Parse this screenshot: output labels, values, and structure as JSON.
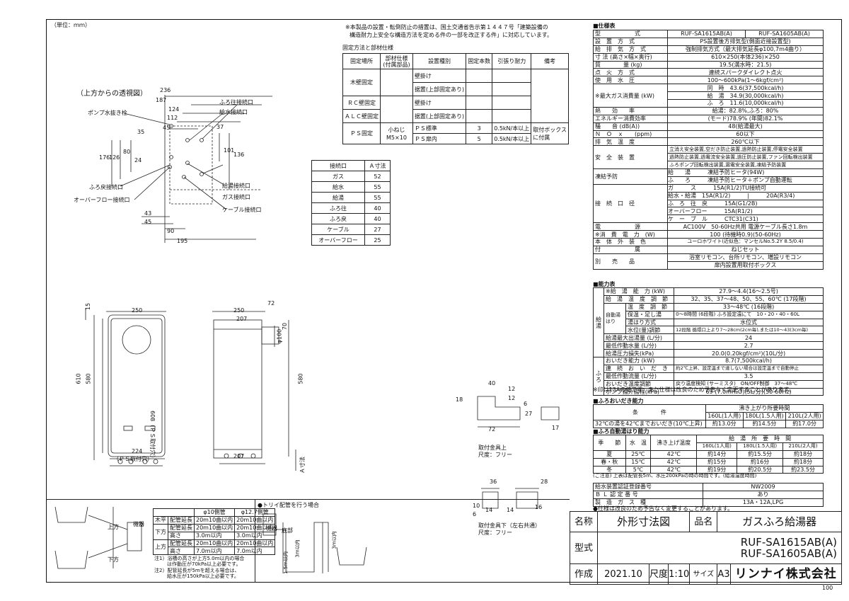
{
  "unit_note": "（単位：ｍｍ）",
  "top_note_1": "※本製品の設置・転倒防止の措置は、国土交通省告示第１４４７号「建築設備の",
  "top_note_2": "構造耐力上安全な構造方法を定める件の一部を改正する件」に対応しています。",
  "fix_title": "固定方法と部材仕様",
  "fix_table": {
    "headers": [
      "固定場所",
      "部材仕様(付属部品)",
      "設置種別",
      "固定本数",
      "引張り耐力",
      "備考"
    ],
    "wood": "木壁固定",
    "rc": "ＲＣ壁固定",
    "alc": "ＡＬＣ壁固定",
    "ps": "ＰＳ固定",
    "wall_mount": "壁掛け",
    "wall_mount2": "壁掛け",
    "heavy": "据置(上部固定あり)",
    "heavy2": "据置(上部固定あり)",
    "screw": "小ねじ",
    "screw_size": "M5×10",
    "ps_std": "ＰＳ標準",
    "ps_inside": "ＰＳ扉内",
    "n3": "3",
    "n5": "5",
    "f1": "0.5kN/本以上",
    "f2": "0.5kN/本以上",
    "remark": "取付ボックス",
    "remark2": "に付属"
  },
  "top_view_title": "（上方からの透視図）",
  "top_view_labels": {
    "drain": "ポンプ水抜き栓",
    "bath_out": "ふろ往接続口",
    "water_in": "給水接続口",
    "bath_ret": "ふろ戻接続口",
    "hot_out": "給湯接続口",
    "gas": "ガス接続口",
    "overflow": "オーバーフロー接続口",
    "cable": "ケーブル接続口"
  },
  "top_view_dims": [
    "236",
    "187",
    "124",
    "112",
    "45",
    "35",
    "37",
    "101",
    "136",
    "176",
    "126",
    "80",
    "24",
    "43",
    "45",
    "90",
    "195"
  ],
  "conn_table": {
    "headers": [
      "接続口",
      "Ａ寸法"
    ],
    "rows": [
      [
        "ガス",
        "52"
      ],
      [
        "給水",
        "55"
      ],
      [
        "給湯",
        "55"
      ],
      [
        "ふろ往",
        "40"
      ],
      [
        "ふろ戻",
        "40"
      ],
      [
        "ケーブル",
        "27"
      ],
      [
        "オーバーフロー",
        "25"
      ]
    ]
  },
  "front_dims": [
    "250",
    "15",
    "610",
    "580",
    "224",
    "（ＰＳ取付穴）",
    "608（ＰＳ取付穴）"
  ],
  "side_dims": [
    "250",
    "207",
    "72",
    "φ100",
    "70",
    "580",
    "207",
    "Ａ寸法"
  ],
  "bracket_top": {
    "dims": [
      "40",
      "12",
      "18",
      "12",
      "72",
      "27",
      "17",
      "6"
    ],
    "cap1": "取付金具上",
    "cap2": "尺度：フリー"
  },
  "bracket_bottom": {
    "dims": [
      "36",
      "28",
      "10",
      "6",
      "14",
      "16",
      "14"
    ],
    "cap1": "取付金具下（左右共通）",
    "cap2": "尺度：フリー"
  },
  "spec_title": "■仕様表",
  "spec": {
    "model_label": "型　　　　　　式",
    "model_1": "RUF-SA1615AB(A)",
    "model_2": "RUF-SA1605AB(A)",
    "rows": [
      [
        "設　置　方　式",
        "PS設置後方排気型(側面近接設置型)"
      ],
      [
        "給　排　気　方　式",
        "強制排気方式（最大排気延長φ100,7m4曲り）"
      ],
      [
        "寸 法 (高さ×幅×奥行)",
        "610×250(本体236)×250"
      ],
      [
        "質　　　　量 (kg)",
        "19.5(満水時：21.5)"
      ],
      [
        "点　火　方　式",
        "連続スパークダイレクト点火"
      ],
      [
        "使　用　水　圧",
        "100〜600kPa(1〜6kgf/cm²)"
      ]
    ],
    "gas_label": "※最大ガス消費量 (kW)",
    "gas_rows": [
      [
        "同　時",
        "43.6(37,500kcal/h)"
      ],
      [
        "給　湯",
        "34.9(30,000kcal/h)"
      ],
      [
        "ふ　ろ",
        "11.6(10,000kcal/h)"
      ]
    ],
    "rows2": [
      [
        "熱　　効　　率",
        "給湯：82.8%,ふろ：80%"
      ],
      [
        "エネルギー消費効率",
        "(モード)78.9% (年間)82.1%"
      ],
      [
        "騒　　音 (dB(A))",
        "48(給湯最大)"
      ],
      [
        "Ｎ　Ｏ　ｘ　　(ppm)",
        "60以下"
      ],
      [
        "排　気　温　度",
        "260℃以下"
      ]
    ],
    "safety_label": "安　全　装　置",
    "safety_1": "立消え安全装置,空だき防止装置,過熱防止装置,停電安全装置",
    "safety_2": "過熱防止装置,過電流安全装置,過圧防止装置,ファン回転検出装置",
    "safety_3": "ふろポンプ回転検出装置,漏電安全装置,凍結予防装置",
    "freeze_label": "凍結予防",
    "freeze_1": [
      "給　　湯",
      "凍結予防ヒータ(94W)"
    ],
    "freeze_2": [
      "ふ　　ろ",
      "凍結予防ヒータ＋ポンプ自動運転"
    ],
    "conn_label": "接　続　口　径",
    "conn_rows": [
      [
        "ガ　　　ス",
        "15A(R1/2)TU接続可"
      ],
      [
        "給水・給湯",
        "15A(R1/2)　　　|　　　20A(R3/4)"
      ],
      [
        "ふ　ろ　往　戻",
        "15A(G1/2B)"
      ],
      [
        "オーバーフロー",
        "15A(R1/2)"
      ],
      [
        "ケ　ー　ブ　ル",
        "CTC31(C31)"
      ]
    ],
    "rows3": [
      [
        "電　　　　　　源",
        "AC100V　50-60Hz共用 電源ケーブル長さ1.8m"
      ],
      [
        "※消　費　電　力　(W)",
        "100 (待機時0.9)(50-60Hz)"
      ],
      [
        "本　体　外　装　色",
        "ユーロホワイト(近似色：マンセルNo.5.2Y 8.5/0.4)"
      ],
      [
        "付　　　　　　属",
        "ねじセット"
      ]
    ],
    "sold_label": "別　　売　　品",
    "sold_1": "浴室リモコン、台所リモコン、増設リモコン",
    "sold_2": "扉内設置用取付ボックス"
  },
  "perf_title": "■能力表",
  "perf": {
    "kyuto_label": "給湯",
    "furo_label": "ふろ",
    "rows": [
      [
        "※給　湯　能　力 (kW)",
        "27.9〜4.4(16〜2.5号)"
      ],
      [
        "給　湯　温　度　調　節",
        "32、35、37〜48、50、55、60℃ (17段階)"
      ],
      [
        "温　度　調　節",
        "33〜48℃ (16段階)"
      ],
      [
        "保温・足し湯",
        "0〜8時間 (6段階) ふろ設定温にて　10・20・40・60L"
      ],
      [
        "湯はり方式",
        "水位式"
      ],
      [
        "水位(量)調節",
        "12段階 循環口上より7〜28cm(2cm毎),または10〜43(3cm毎)"
      ],
      [
        "給湯最大出湯量 (L/分)",
        "24"
      ],
      [
        "最低作動水量 (L/分)",
        "2.7"
      ],
      [
        "給湯圧力損失(kPa)",
        "20.0(0.20kgf/cm²)(10L/分)"
      ],
      [
        "おいだき能力 (kW)",
        "8.7(7,500kcal/h)"
      ],
      [
        "連　続　お　い　だ　き",
        "約2℃上昇、設定温まで達しない場合は設定温まで自動停止"
      ],
      [
        "最低作動流量 (L/分)",
        "3.5"
      ],
      [
        "おいだき温度調節",
        "戻り温度検知 (サーミスタ)　ON/OFF制御　37〜48℃"
      ],
      [
        "ポンプ揚外揚程(kPa)",
        "69 (7.0mH₂O)(5L/分)(50-60Hz)"
      ]
    ],
    "auto_label": "自動湯はり",
    "note": "※印は13Aの値です。また仕様は改良のため予告なく変更することがあります。"
  },
  "reheat_title": "■ふろおいだき能力",
  "reheat": {
    "cond_label": "条　　　　件",
    "time_label": "沸き上がり所要時間",
    "cols": [
      "160L(1人用)",
      "180L(1.5人用)",
      "210L(2人用)"
    ],
    "row": [
      "32℃の湯を42℃までおいだき(10℃上昇)",
      "約13.0分",
      "約14.5分",
      "約17.0分"
    ]
  },
  "autofill_title": "■ふろ自動湯はり能力",
  "autofill": {
    "headers": [
      "季　　節",
      "水　温",
      "沸き上げ温度",
      "給　湯　所　要　時　間"
    ],
    "cols": [
      "160L(1人用)",
      "180L(1.5人用)",
      "210L(2人用)"
    ],
    "rows": [
      [
        "夏",
        "25℃",
        "42℃",
        "約14分",
        "約15.5分",
        "約18分"
      ],
      [
        "春・秋",
        "15℃",
        "42℃",
        "約15分",
        "約16分",
        "約18分"
      ],
      [
        "冬",
        "5℃",
        "42℃",
        "約19分",
        "約20.5分",
        "約23.5分"
      ]
    ],
    "note": "(ご注意) 上表は配管長5m、水圧200kPaの時の時間です。(給湯温度時間)"
  },
  "cert": {
    "rows": [
      [
        "給水装置認証登録番号",
        "NW2009"
      ],
      [
        "Ｂ Ｌ 認 定 番 号",
        "あり"
      ],
      [
        "製　造　ガ　ス　種",
        "13A・12A,LPG"
      ]
    ],
    "note": "●仕様は改良のため予告なく変更することがあります。"
  },
  "piping": {
    "table_headers": [
      "",
      "φ10側管",
      "φ12.7側管"
    ],
    "rows": [
      [
        "木平",
        "配管延長",
        "20m10曲以内",
        "20m10曲以内"
      ],
      [
        "",
        "配管延長",
        "20m10曲以内",
        "20m10曲以内"
      ],
      [
        "下方",
        "高さ",
        "3.0m以内",
        "3.0m以内"
      ],
      [
        "",
        "配管延長",
        "20m10曲以内",
        "20m10曲以内"
      ],
      [
        "上方",
        "高さ",
        "7.0m以内",
        "7.0m以内"
      ]
    ],
    "note1": "注1）浴槽の高さが上方5.0m以内の場合",
    "note1b": "は作動圧が70kPa以上必要です。",
    "note2": "注2）配管延長が5mを超える場合は、",
    "note2b": "給水圧が150kPa以上必要です。",
    "box_label": "機器",
    "up": "上方",
    "down": "下方",
    "trap_title": "●トリイ配管を行う場合",
    "trap_box": "機器",
    "trap_1": "底部",
    "trap_2": "3m以内",
    "trap_3": "3m以内",
    "trap_4": "1.5m以内"
  },
  "title_block": {
    "name_label": "名称",
    "name_value": "外形寸法図",
    "hinmei_label": "品名",
    "hinmei_value": "ガスふろ給湯器",
    "model_label": "型式",
    "model_1": "RUF-SA1615AB(A)",
    "model_2": "RUF-SA1605AB(A)",
    "date_label": "作成",
    "date": "2021.10",
    "scale_label": "尺度",
    "scale": "1:10",
    "size_label": "サイズ",
    "size": "A3",
    "company": "リンナイ株式会社"
  },
  "page_no": "100"
}
